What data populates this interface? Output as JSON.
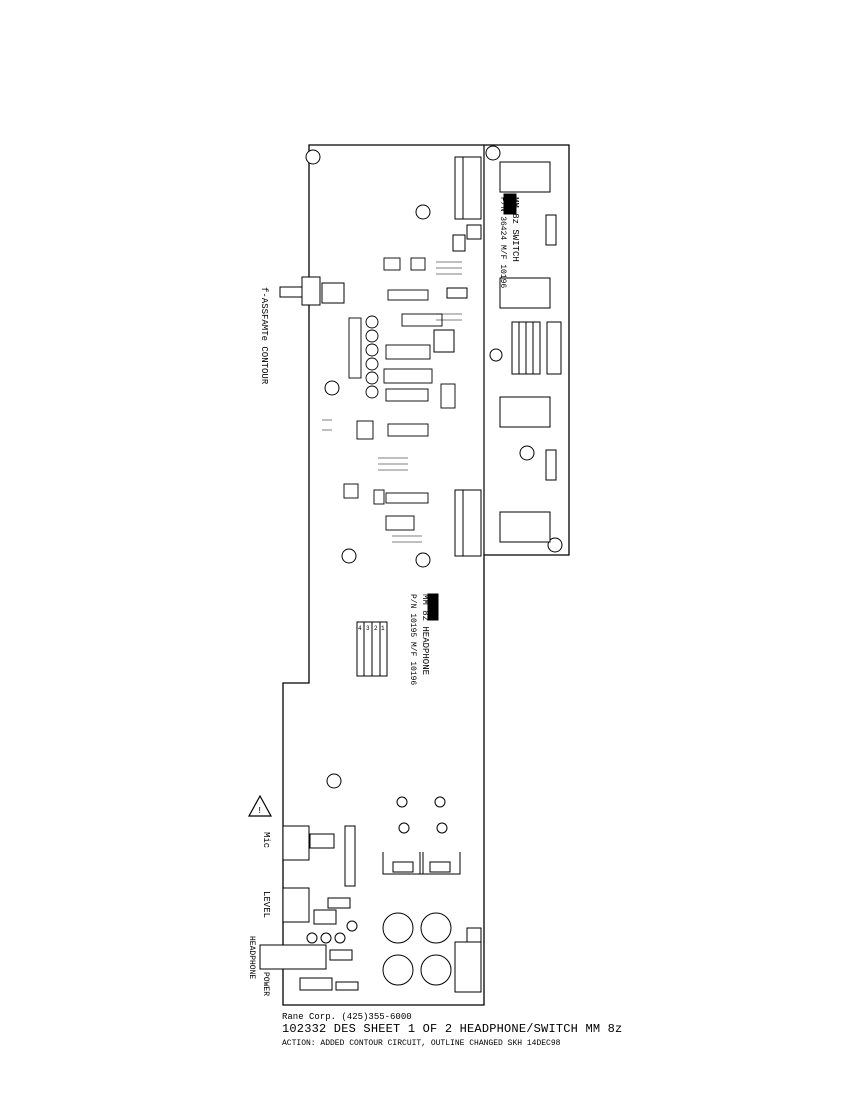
{
  "board": {
    "labels": {
      "contour_knob": "f-ASSFAMTe CONTOUR",
      "switch_board_title": "MM 8z SWITCH",
      "switch_board_part": "P/N 36424 M/F 10196",
      "headphone_board_title": "MM 8z HEADPHONE",
      "headphone_board_part": "P/N 10195 M/F 10196",
      "mic_jack": "Mic",
      "level_knob": "LEVEL",
      "headphone_jack": "HEADPHONE",
      "power_jack": "POWER",
      "rane_logo": "RANE",
      "connector_pins": [
        "1",
        "2",
        "3",
        "4"
      ]
    }
  },
  "footer": {
    "company": "Rane Corp.  (425)355-6000",
    "title": "102332 DES SHEET 1 OF 2 HEADPHONE/SWITCH MM 8z",
    "action": "ACTION: ADDED CONTOUR CIRCUIT, OUTLINE CHANGED SKH 14DEC98"
  }
}
